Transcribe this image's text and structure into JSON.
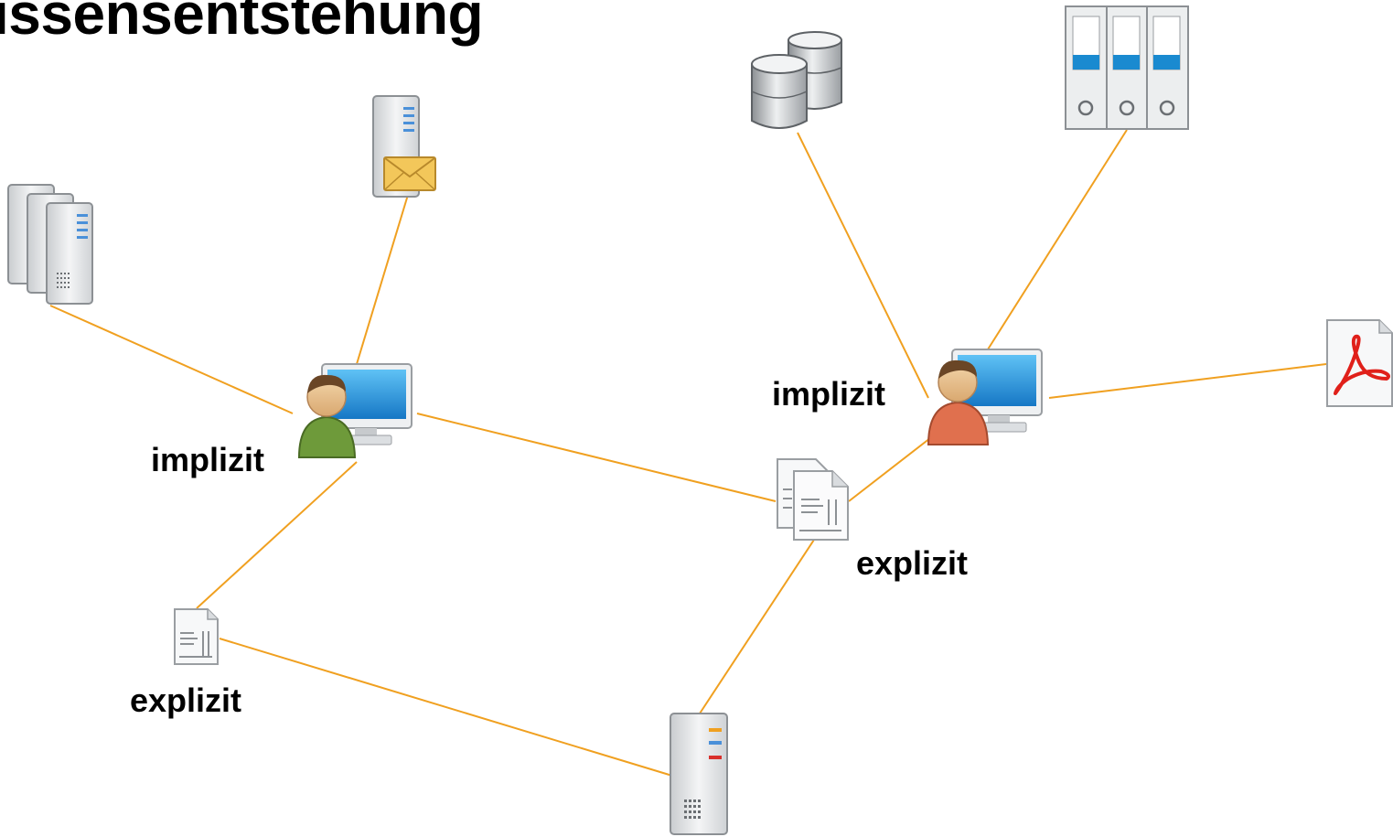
{
  "title": "issensentstehung",
  "labels": {
    "left_person": "implizit",
    "right_person": "implizit",
    "left_document": "explizit",
    "center_document": "explizit"
  },
  "colors": {
    "connector": "#f0a020",
    "left_person_shirt": "#6e9a3a",
    "right_person_shirt": "#e0704e",
    "monitor_screen": "#2a8fd6",
    "binder_stripe": "#1a8ad0",
    "pdf_red": "#e0201a",
    "mail_envelope": "#f3c75a"
  },
  "nodes": {
    "server_cluster": {
      "icon": "server-cluster-icon"
    },
    "mail_server": {
      "icon": "mail-server-icon"
    },
    "left_workstation": {
      "icon": "user-workstation-icon"
    },
    "left_document": {
      "icon": "document-icon"
    },
    "bottom_server": {
      "icon": "server-icon"
    },
    "center_documents": {
      "icon": "documents-icon"
    },
    "database": {
      "icon": "database-icon"
    },
    "binders": {
      "icon": "binder-icon"
    },
    "right_workstation": {
      "icon": "user-workstation-icon"
    },
    "pdf_file": {
      "icon": "pdf-file-icon"
    }
  },
  "edges": [
    {
      "from": "server_cluster",
      "to": "left_workstation"
    },
    {
      "from": "mail_server",
      "to": "left_workstation"
    },
    {
      "from": "left_workstation",
      "to": "center_documents"
    },
    {
      "from": "left_workstation",
      "to": "left_document"
    },
    {
      "from": "left_document",
      "to": "bottom_server"
    },
    {
      "from": "bottom_server",
      "to": "center_documents"
    },
    {
      "from": "center_documents",
      "to": "right_workstation"
    },
    {
      "from": "database",
      "to": "right_workstation"
    },
    {
      "from": "binders",
      "to": "right_workstation"
    },
    {
      "from": "right_workstation",
      "to": "pdf_file"
    }
  ]
}
